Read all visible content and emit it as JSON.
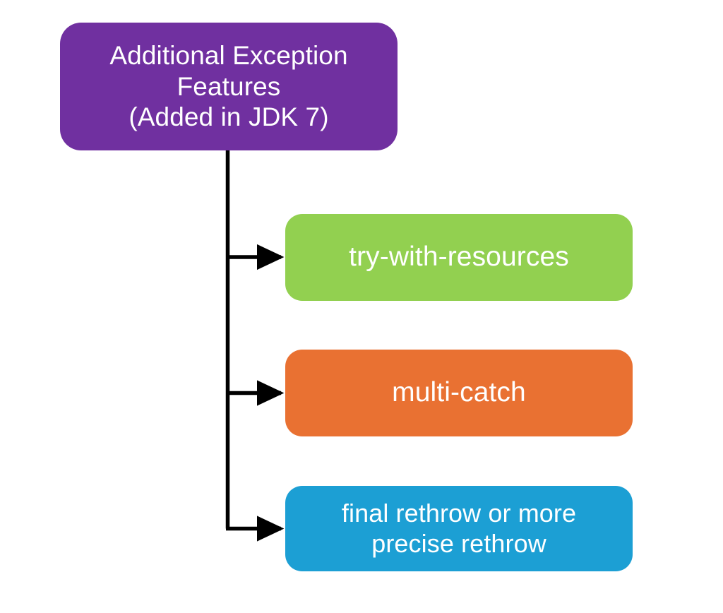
{
  "diagram": {
    "title": "Additional Exception Features (Added in JDK 7)",
    "background_color": "#FFFFFF",
    "connector_color": "#000000",
    "root": {
      "label": "Additional Exception\nFeatures\n(Added in JDK 7)",
      "color": "#7030A0",
      "text_color": "#FFFFFF"
    },
    "children": [
      {
        "id": "try-with-resources",
        "label": "try-with-resources",
        "color": "#92D050",
        "text_color": "#FFFFFF"
      },
      {
        "id": "multi-catch",
        "label": "multi-catch",
        "color": "#E97132",
        "text_color": "#FFFFFF"
      },
      {
        "id": "final-rethrow",
        "label": "final rethrow or more\nprecise rethrow",
        "color": "#1C9FD4",
        "text_color": "#FFFFFF"
      }
    ],
    "connectors": [
      {
        "name": "trunk-line",
        "from": "root",
        "to": "branch-bus"
      },
      {
        "name": "branch-arrow-1",
        "from": "branch-bus",
        "to": "try-with-resources"
      },
      {
        "name": "branch-arrow-2",
        "from": "branch-bus",
        "to": "multi-catch"
      },
      {
        "name": "branch-arrow-3",
        "from": "branch-bus",
        "to": "final-rethrow"
      }
    ]
  }
}
